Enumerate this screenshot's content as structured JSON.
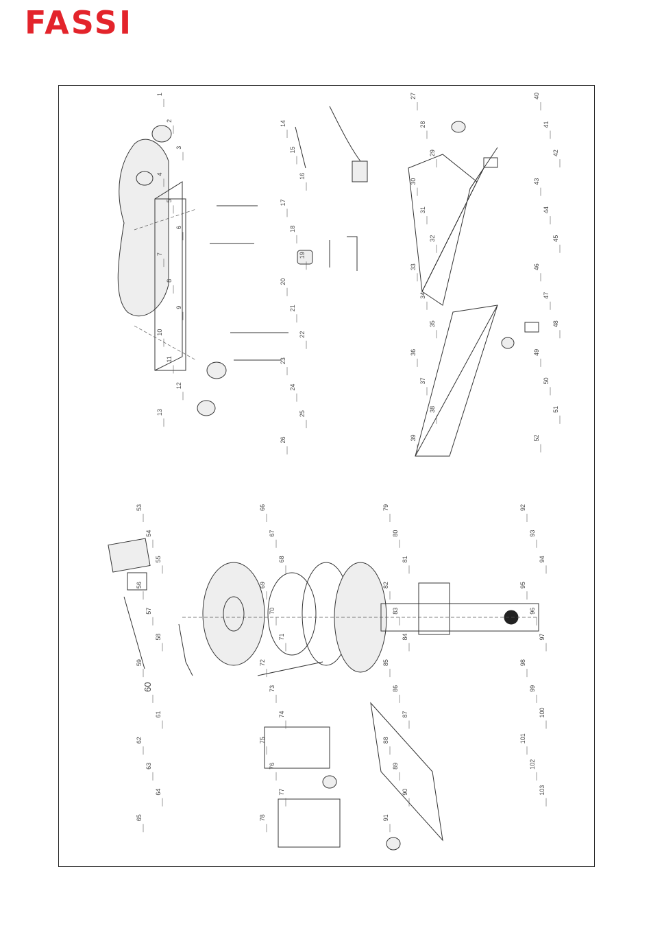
{
  "brand": {
    "logo_text": "FASSI",
    "color": "#e3242b"
  },
  "diagram": {
    "part_labels": [
      "1",
      "2",
      "3",
      "4",
      "5",
      "6",
      "7",
      "8",
      "9",
      "10",
      "11",
      "12",
      "13",
      "14",
      "15",
      "16",
      "17",
      "18",
      "19",
      "20",
      "21",
      "22",
      "23",
      "24",
      "25",
      "26",
      "27",
      "28",
      "29",
      "30",
      "31",
      "32",
      "33",
      "34",
      "35",
      "36",
      "37",
      "38",
      "39",
      "40",
      "41",
      "42",
      "43",
      "44",
      "45",
      "46",
      "47",
      "48",
      "49",
      "50",
      "51",
      "52",
      "53",
      "54",
      "55",
      "56",
      "57",
      "58",
      "59",
      "60",
      "61",
      "62",
      "63",
      "64",
      "65",
      "66",
      "67",
      "68",
      "69",
      "70",
      "71",
      "72",
      "73",
      "74",
      "75",
      "76",
      "77",
      "78",
      "79",
      "80",
      "81",
      "82",
      "83",
      "84",
      "85",
      "86",
      "87",
      "88",
      "89",
      "90",
      "91",
      "92",
      "93",
      "94",
      "95",
      "96",
      "97",
      "98",
      "99",
      "100",
      "101",
      "102",
      "103"
    ]
  }
}
